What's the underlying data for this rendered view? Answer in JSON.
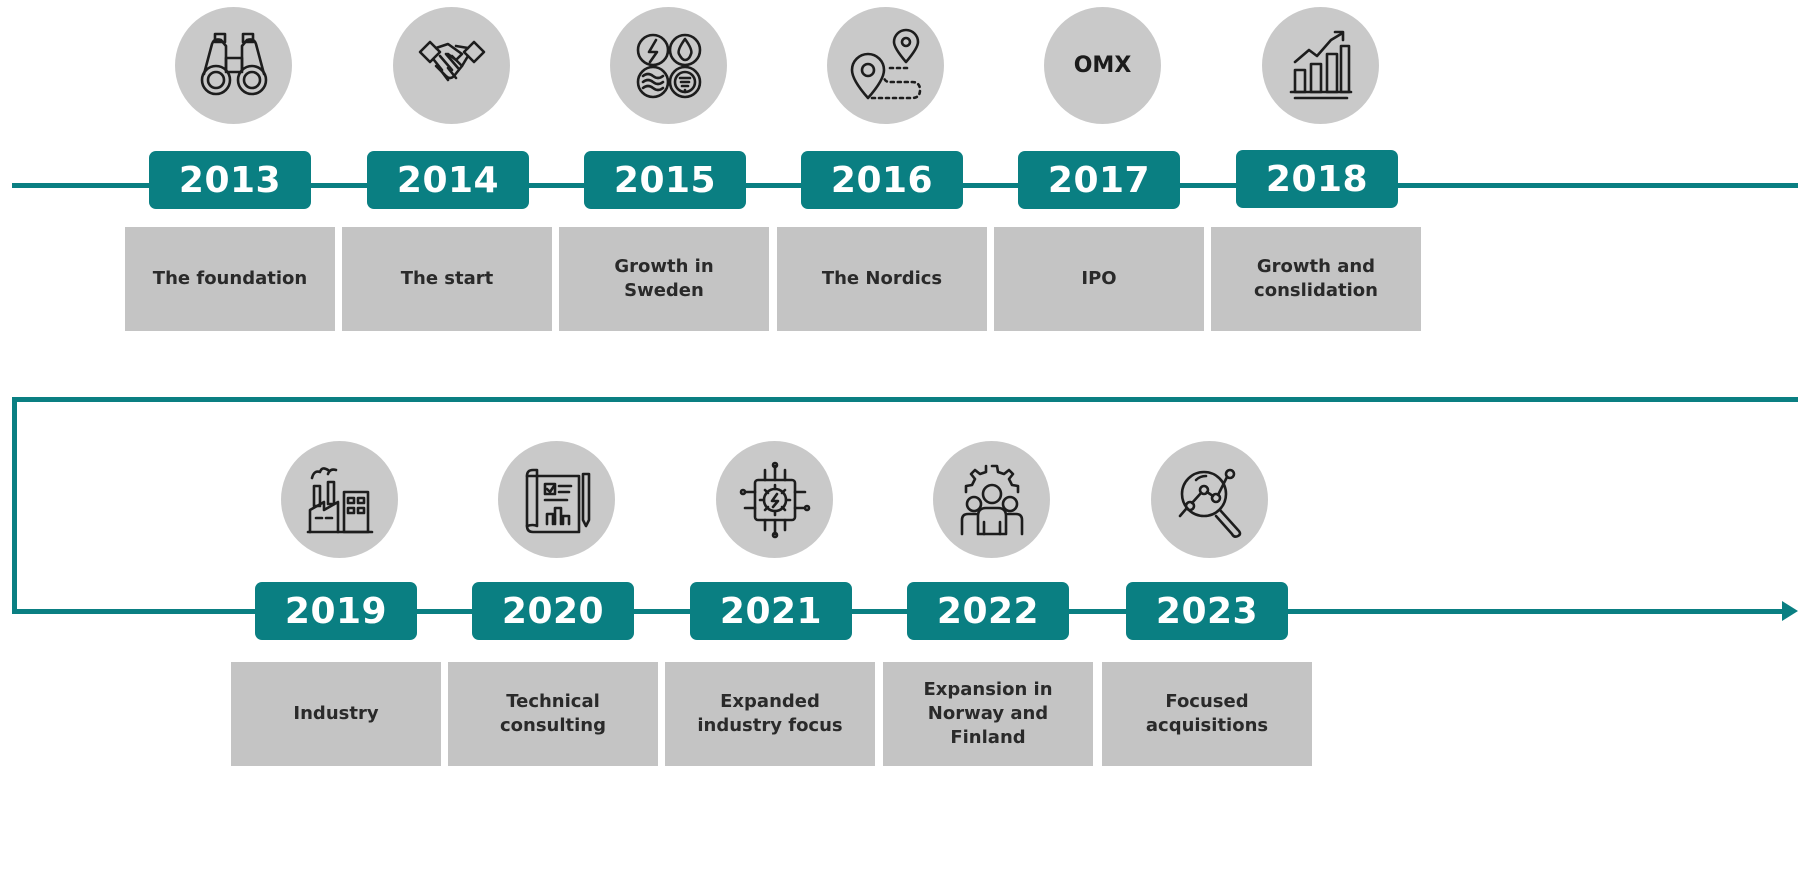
{
  "row1": [
    {
      "year": "2013",
      "label": "The foundation",
      "icon": "binoculars-icon"
    },
    {
      "year": "2014",
      "label": "The start",
      "icon": "handshake-icon"
    },
    {
      "year": "2015",
      "label": "Growth in\nSweden",
      "icon": "energy-water-icon"
    },
    {
      "year": "2016",
      "label": "The Nordics",
      "icon": "location-route-icon"
    },
    {
      "year": "2017",
      "label": "IPO",
      "icon": "omx-text",
      "icon_text": "OMX"
    },
    {
      "year": "2018",
      "label": "Growth and\nconslidation",
      "icon": "growth-chart-icon"
    }
  ],
  "row2": [
    {
      "year": "2019",
      "label": "Industry",
      "icon": "factory-icon"
    },
    {
      "year": "2020",
      "label": "Technical\nconsulting",
      "icon": "blueprint-icon"
    },
    {
      "year": "2021",
      "label": "Expanded\nindustry focus",
      "icon": "chip-gear-icon"
    },
    {
      "year": "2022",
      "label": "Expansion in\nNorway and\nFinland",
      "icon": "team-gear-icon"
    },
    {
      "year": "2023",
      "label": "Focused\nacquisitions",
      "icon": "search-analysis-icon"
    }
  ],
  "colors": {
    "accent": "#0a7f82",
    "circle": "#c9c9c9",
    "box": "#c4c4c4"
  }
}
